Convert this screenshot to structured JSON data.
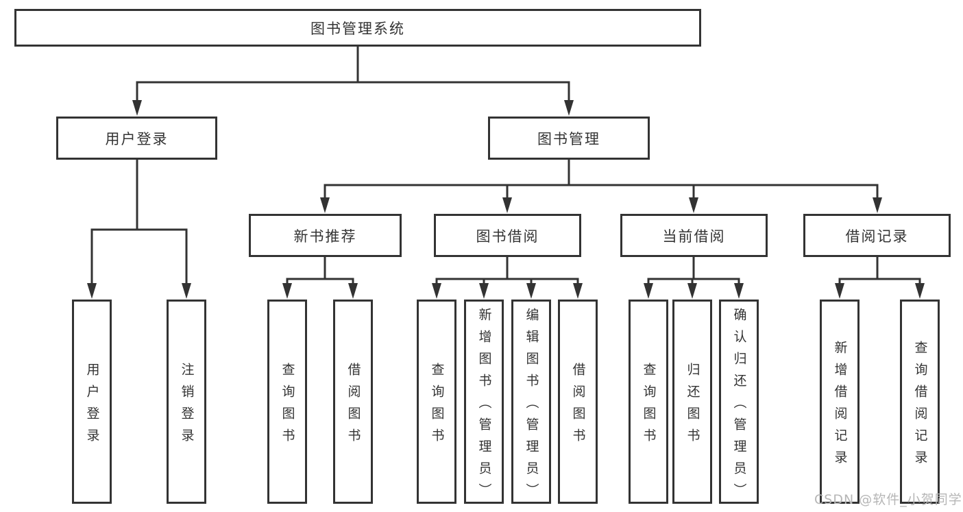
{
  "diagram": {
    "title": "图书管理系统",
    "type": "hierarchy-tree",
    "watermark": "CSDN @软件_小贺同学",
    "colors": {
      "line": "#333333",
      "box_border": "#333333",
      "text": "#333333",
      "background": "#ffffff",
      "watermark": "#b6b6b6"
    }
  },
  "nodes": {
    "root": {
      "label": "图书管理系统",
      "children": [
        "user_login_branch",
        "book_management"
      ]
    },
    "user_login_branch": {
      "label": "用户登录",
      "children": [
        "user_login",
        "logout"
      ]
    },
    "book_management": {
      "label": "图书管理",
      "children": [
        "new_book_recommend",
        "book_borrow",
        "current_borrow",
        "borrow_records"
      ]
    },
    "new_book_recommend": {
      "label": "新书推荐",
      "children": [
        "nbr_query_book",
        "nbr_borrow_book"
      ]
    },
    "book_borrow": {
      "label": "图书借阅",
      "children": [
        "bb_query_book",
        "bb_add_book",
        "bb_edit_book",
        "bb_borrow_book"
      ]
    },
    "current_borrow": {
      "label": "当前借阅",
      "children": [
        "cb_query_book",
        "cb_return_book",
        "cb_confirm_return"
      ]
    },
    "borrow_records": {
      "label": "借阅记录",
      "children": [
        "br_add_record",
        "br_query_record"
      ]
    },
    "user_login": {
      "label": "用户登录"
    },
    "logout": {
      "label": "注销登录"
    },
    "nbr_query_book": {
      "label": "查询图书"
    },
    "nbr_borrow_book": {
      "label": "借阅图书"
    },
    "bb_query_book": {
      "label": "查询图书"
    },
    "bb_add_book": {
      "label": "新增图书（管理员）"
    },
    "bb_edit_book": {
      "label": "编辑图书（管理员）"
    },
    "bb_borrow_book": {
      "label": "借阅图书"
    },
    "cb_query_book": {
      "label": "查询图书"
    },
    "cb_return_book": {
      "label": "归还图书"
    },
    "cb_confirm_return": {
      "label": "确认归还（管理员）"
    },
    "br_add_record": {
      "label": "新增借阅记录"
    },
    "br_query_record": {
      "label": "查询借阅记录"
    }
  }
}
